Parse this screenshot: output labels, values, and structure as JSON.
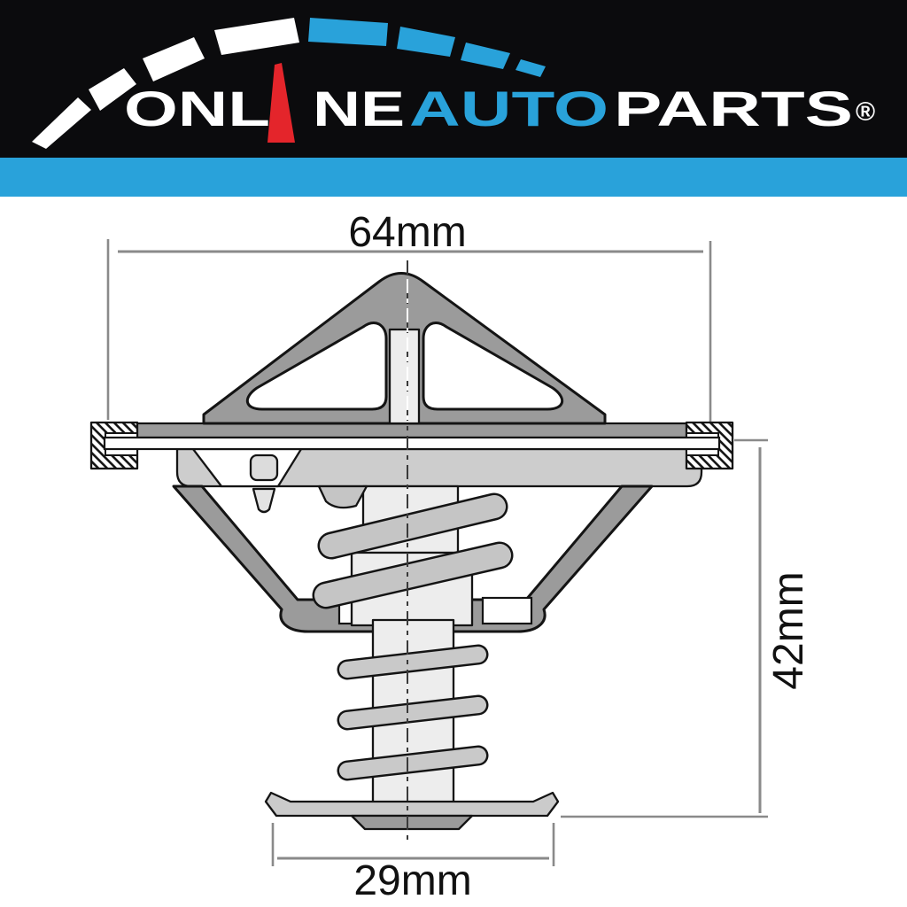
{
  "brand": {
    "name_part1": "ONL",
    "name_part2": "NE",
    "name_part3": "AUTO",
    "name_part4": "PARTS",
    "registered_mark": "®"
  },
  "dimensions": {
    "width_label": "64mm",
    "height_label": "42mm",
    "base_label": "29mm"
  },
  "colors": {
    "banner_black": "#0b0b0d",
    "accent_blue": "#29a2da",
    "needle_red": "#e4252b",
    "logo_white": "#ffffff",
    "part_dark_gray": "#9b9b9b",
    "part_light_gray": "#cdcdcd",
    "part_pale_gray": "#ededed",
    "outline_black": "#141414",
    "dimension_gray": "#8a8a8a"
  }
}
